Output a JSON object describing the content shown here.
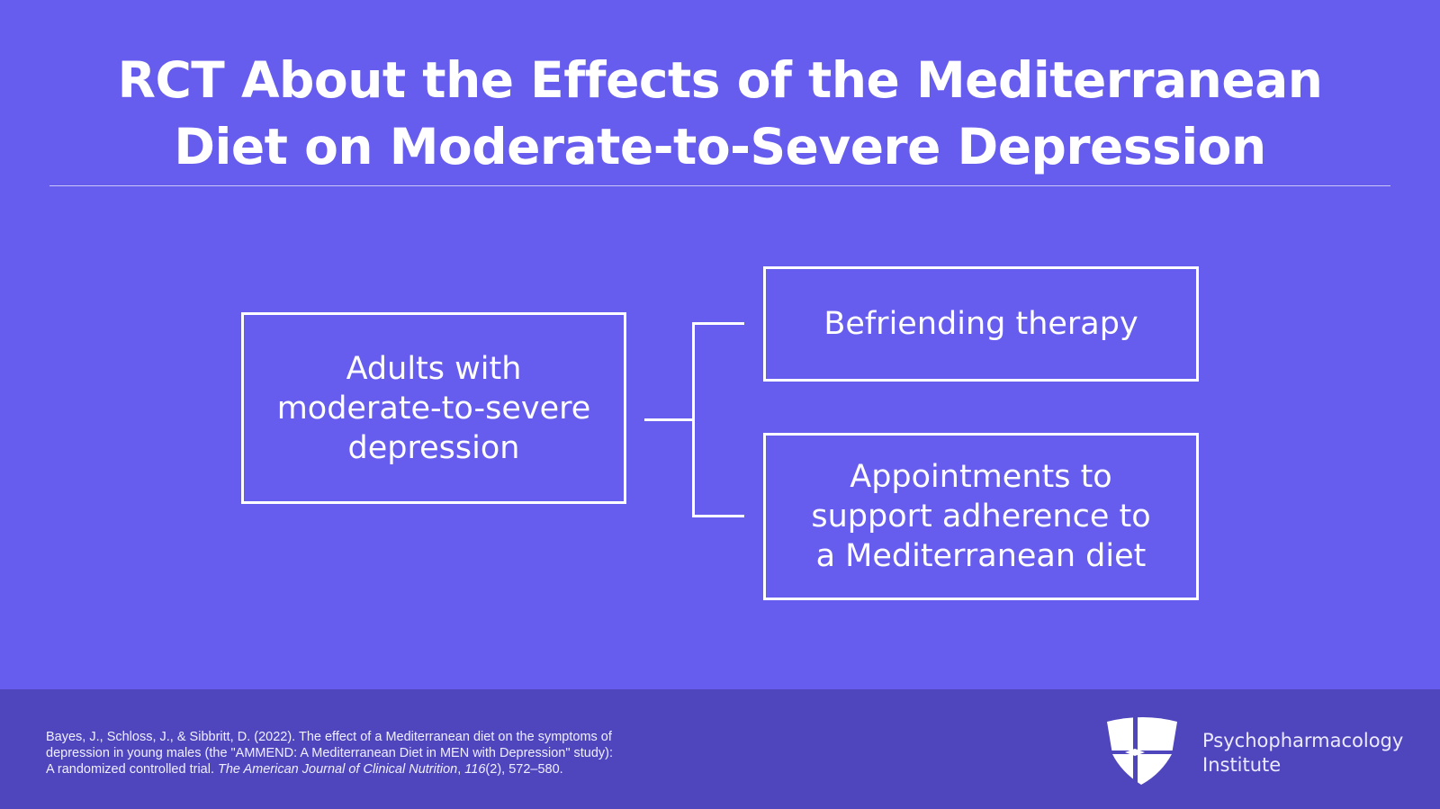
{
  "title": {
    "line1": "RCT About the Effects of the Mediterranean",
    "line2": "Diet on Moderate-to-Severe Depression"
  },
  "diagram": {
    "population": {
      "line1": "Adults with",
      "line2": "moderate-to-severe",
      "line3": "depression"
    },
    "arm1": "Befriending therapy",
    "arm2": {
      "line1": "Appointments to",
      "line2": "support adherence to",
      "line3": "a Mediterranean diet"
    }
  },
  "footer": {
    "citation_line1": "Bayes, J., Schloss, J., & Sibbritt, D. (2022). The effect of a Mediterranean diet on the symptoms of",
    "citation_line2": "depression in young males (the \"AMMEND: A Mediterranean Diet in MEN with Depression\" study):",
    "citation_line3a": "A randomized controlled trial. ",
    "journal": "The American Journal of Clinical Nutrition",
    "comma": ", ",
    "volume": "116",
    "pages": "(2), 572–580.",
    "logo_line1": "Psychopharmacology",
    "logo_line2": "Institute"
  },
  "colors": {
    "background": "#665cee",
    "footer": "#4f46be"
  }
}
